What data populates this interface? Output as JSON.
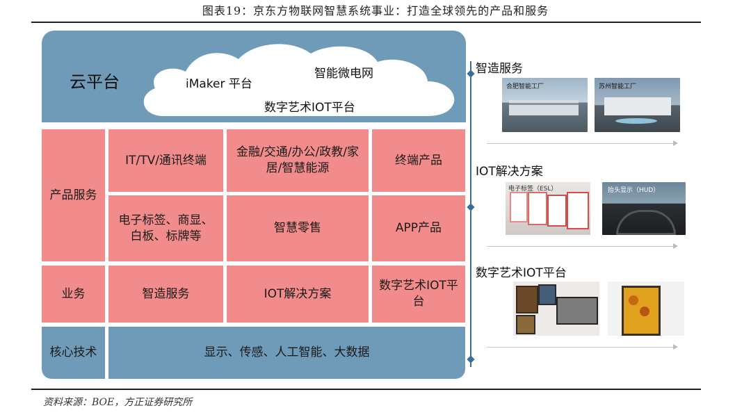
{
  "caption": "图表19：京东方物联网智慧系统事业：打造全球领先的产品和服务",
  "source": "资料来源：BOE，方正证券研究所",
  "cloud": {
    "title": "云平台",
    "items": [
      "iMaker 平台",
      "智能微电网",
      "数字艺术IOT平台"
    ]
  },
  "rows": {
    "product_label": "产品服务",
    "products": [
      "IT/TV/通讯终端",
      "金融/交通/办公/政教/家居/智慧能源",
      "终端产品",
      "电子标签、商显、白板、标牌等",
      "智慧零售",
      "APP产品"
    ],
    "business_label": "业务",
    "business": [
      "智造服务",
      "IOT解决方案",
      "数字艺术IOT平台"
    ],
    "core_label": "核心技术",
    "core": "显示、传感、人工智能、大数据"
  },
  "right": {
    "sections": [
      {
        "title": "智造服务",
        "photos": [
          "合肥智能工厂",
          "苏州智能工厂"
        ]
      },
      {
        "title": "IOT解决方案",
        "photos": [
          "电子标签（ESL）",
          "抬头显示（HUD）"
        ]
      },
      {
        "title": "数字艺术IOT平台",
        "photos": [
          "",
          ""
        ]
      }
    ]
  },
  "colors": {
    "pink": "#f28b8b",
    "blue": "#6f9bb8",
    "line": "#3a6f93"
  }
}
